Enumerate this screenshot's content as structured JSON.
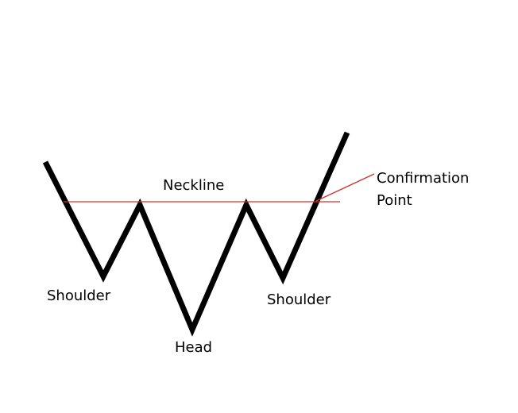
{
  "title": "Inverse Head and Shoulders",
  "labels": {
    "neckline": "Neckline",
    "confirmation_line1": "Confirmation",
    "confirmation_line2": "Point",
    "left_shoulder": "Shoulder",
    "head": "Head",
    "right_shoulder": "Shoulder"
  },
  "colors": {
    "price_line": "#000000",
    "neckline": "#d0312d",
    "background": "#ffffff"
  }
}
